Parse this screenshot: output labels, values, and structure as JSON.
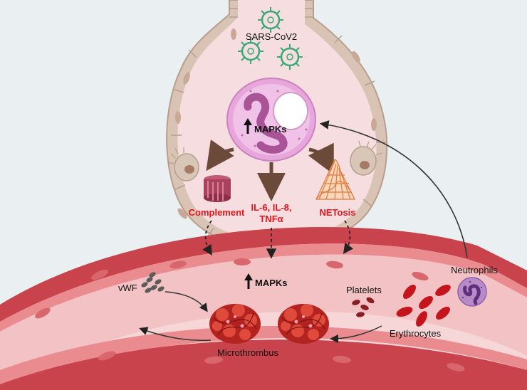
{
  "labels": {
    "virus": "SARS-CoV2",
    "mapks_cell": "MAPKs",
    "complement": "Complement",
    "cytokines_line1": "IL-6, IL-8,",
    "cytokines_line2": "TNFα",
    "netosis": "NETosis",
    "mapks_vessel": "MAPKs",
    "vwf": "vWF",
    "platelets": "Platelets",
    "neutrophils": "Neutrophils",
    "erythrocytes": "Erythrocytes",
    "microthrombus": "Microthrombus"
  },
  "colors": {
    "background": "#eaf0f2",
    "alveolus": "#f6dde0",
    "vessel_wall": "#c8434b",
    "vessel_lumen": "#f2c2c4",
    "highlight_text": "#e3161b",
    "neutrophil": "#e79bd6",
    "arrow": "#6b4a3a",
    "thrombus": "#b3231f"
  },
  "icons": [
    "virus-icon",
    "neutrophil-cell-icon",
    "complement-icon",
    "net-icon",
    "macrophage-icon",
    "vwf-icon",
    "platelet-icon",
    "erythrocyte-icon",
    "thrombus-icon",
    "up-arrow-icon"
  ]
}
